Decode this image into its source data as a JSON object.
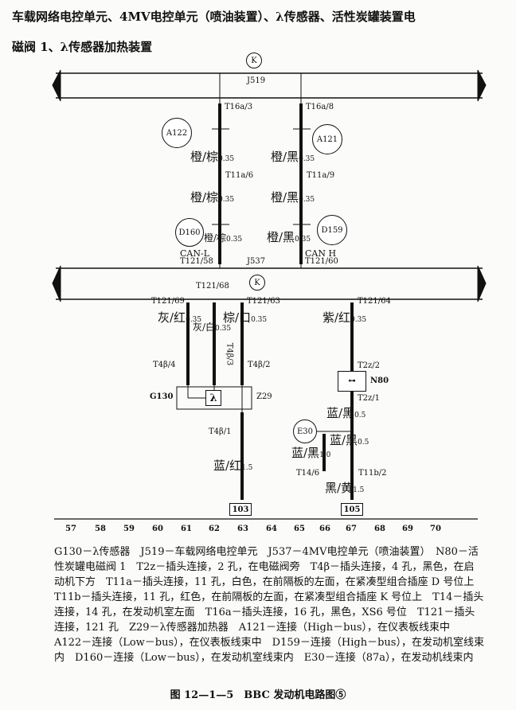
{
  "title": {
    "line1": "车载网络电控单元、4MV电控单元（喷油装置）、λ传感器、活性炭罐装置电",
    "line2": "磁阀 1、λ传感器加热装置"
  },
  "modules": {
    "j519": "J519",
    "j537": "J537",
    "ground_symbol": "K"
  },
  "upper": {
    "left": {
      "pin_top": "T16a/3",
      "conn": "A122",
      "wire1": "橙/棕",
      "gauge": "0.35",
      "mid_pin": "T11a/6",
      "wire2": "橙/棕",
      "conn2": "D160",
      "wire3": "橙/棕",
      "bus": "CAN-L",
      "pin_bottom": "T121/58"
    },
    "right": {
      "pin_top": "T16a/8",
      "conn": "A121",
      "wire1": "橙/黑",
      "gauge": "0.35",
      "mid_pin": "T11a/9",
      "wire2": "橙/黑",
      "conn2": "D159",
      "wire3": "橙/黑",
      "bus": "CAN H",
      "pin_bottom": "T121/60"
    }
  },
  "lower": {
    "pin68": "T121/68",
    "pin69": "T121/69",
    "pin63": "T121/63",
    "pin64": "T121/64",
    "w1": "灰/红",
    "w1g": "0.35",
    "w2": "灰/白",
    "w2g": "0.35",
    "w3": "棕/口",
    "w3g": "0.35",
    "w4": "紫/红",
    "w4g": "0.35",
    "t4b4": "T4β/4",
    "t4b3": "T4β/3",
    "t4b2": "T4β/2",
    "t4b1": "T4β/1",
    "g130": "G130",
    "z29": "Z29",
    "lambda": "λ",
    "w5": "蓝/红",
    "w5g": "1.5",
    "ground103": "103",
    "t2z2": "T2z/2",
    "n80": "N80",
    "t2z1": "T2z/1",
    "w6": "蓝/黑",
    "w6g": "0.5",
    "e30": "E30",
    "w7": "蓝/黑",
    "w7g": "0.5",
    "w8": "蓝/黑",
    "w8g": "1.0",
    "t14": "T14/6",
    "t11b": "T11b/2",
    "w9": "黑/黄",
    "w9g": "1.5",
    "ground105": "105"
  },
  "scale": [
    "57",
    "58",
    "59",
    "60",
    "61",
    "62",
    "63",
    "64",
    "65",
    "66",
    "67",
    "68",
    "69",
    "70"
  ],
  "legend": "G130－λ传感器　J519－车载网络电控单元　J537－4MV电控单元（喷油装置）　N80－活性炭罐电磁阀 1　T2z－插头连接，2 孔，在电磁阀旁　T4β－插头连接，4 孔，黑色，在启动机下方　T11a－插头连接，11 孔，白色，在前隔板的左面，在紧凑型组合插座 D 号位上　T11b－插头连接，11 孔，红色，在前隔板的左面，在紧凑型组合插座 K 号位上　T14－插头连接，14 孔，在发动机室左面　T16a－插头连接，16 孔，黑色，XS6 号位　T121－插头连接，121 孔　Z29－λ传感器加热器　A121－连接（High－bus），在仪表板线束中　A122－连接（Low－bus），在仪表板线束中　D159－连接（High－bus），在发动机室线束内　D160－连接（Low－bus），在发动机室线束内　E30－连接（87a），在发动机线束内",
  "caption": "图 12—1—5　BBC 发动机电路图⑤"
}
